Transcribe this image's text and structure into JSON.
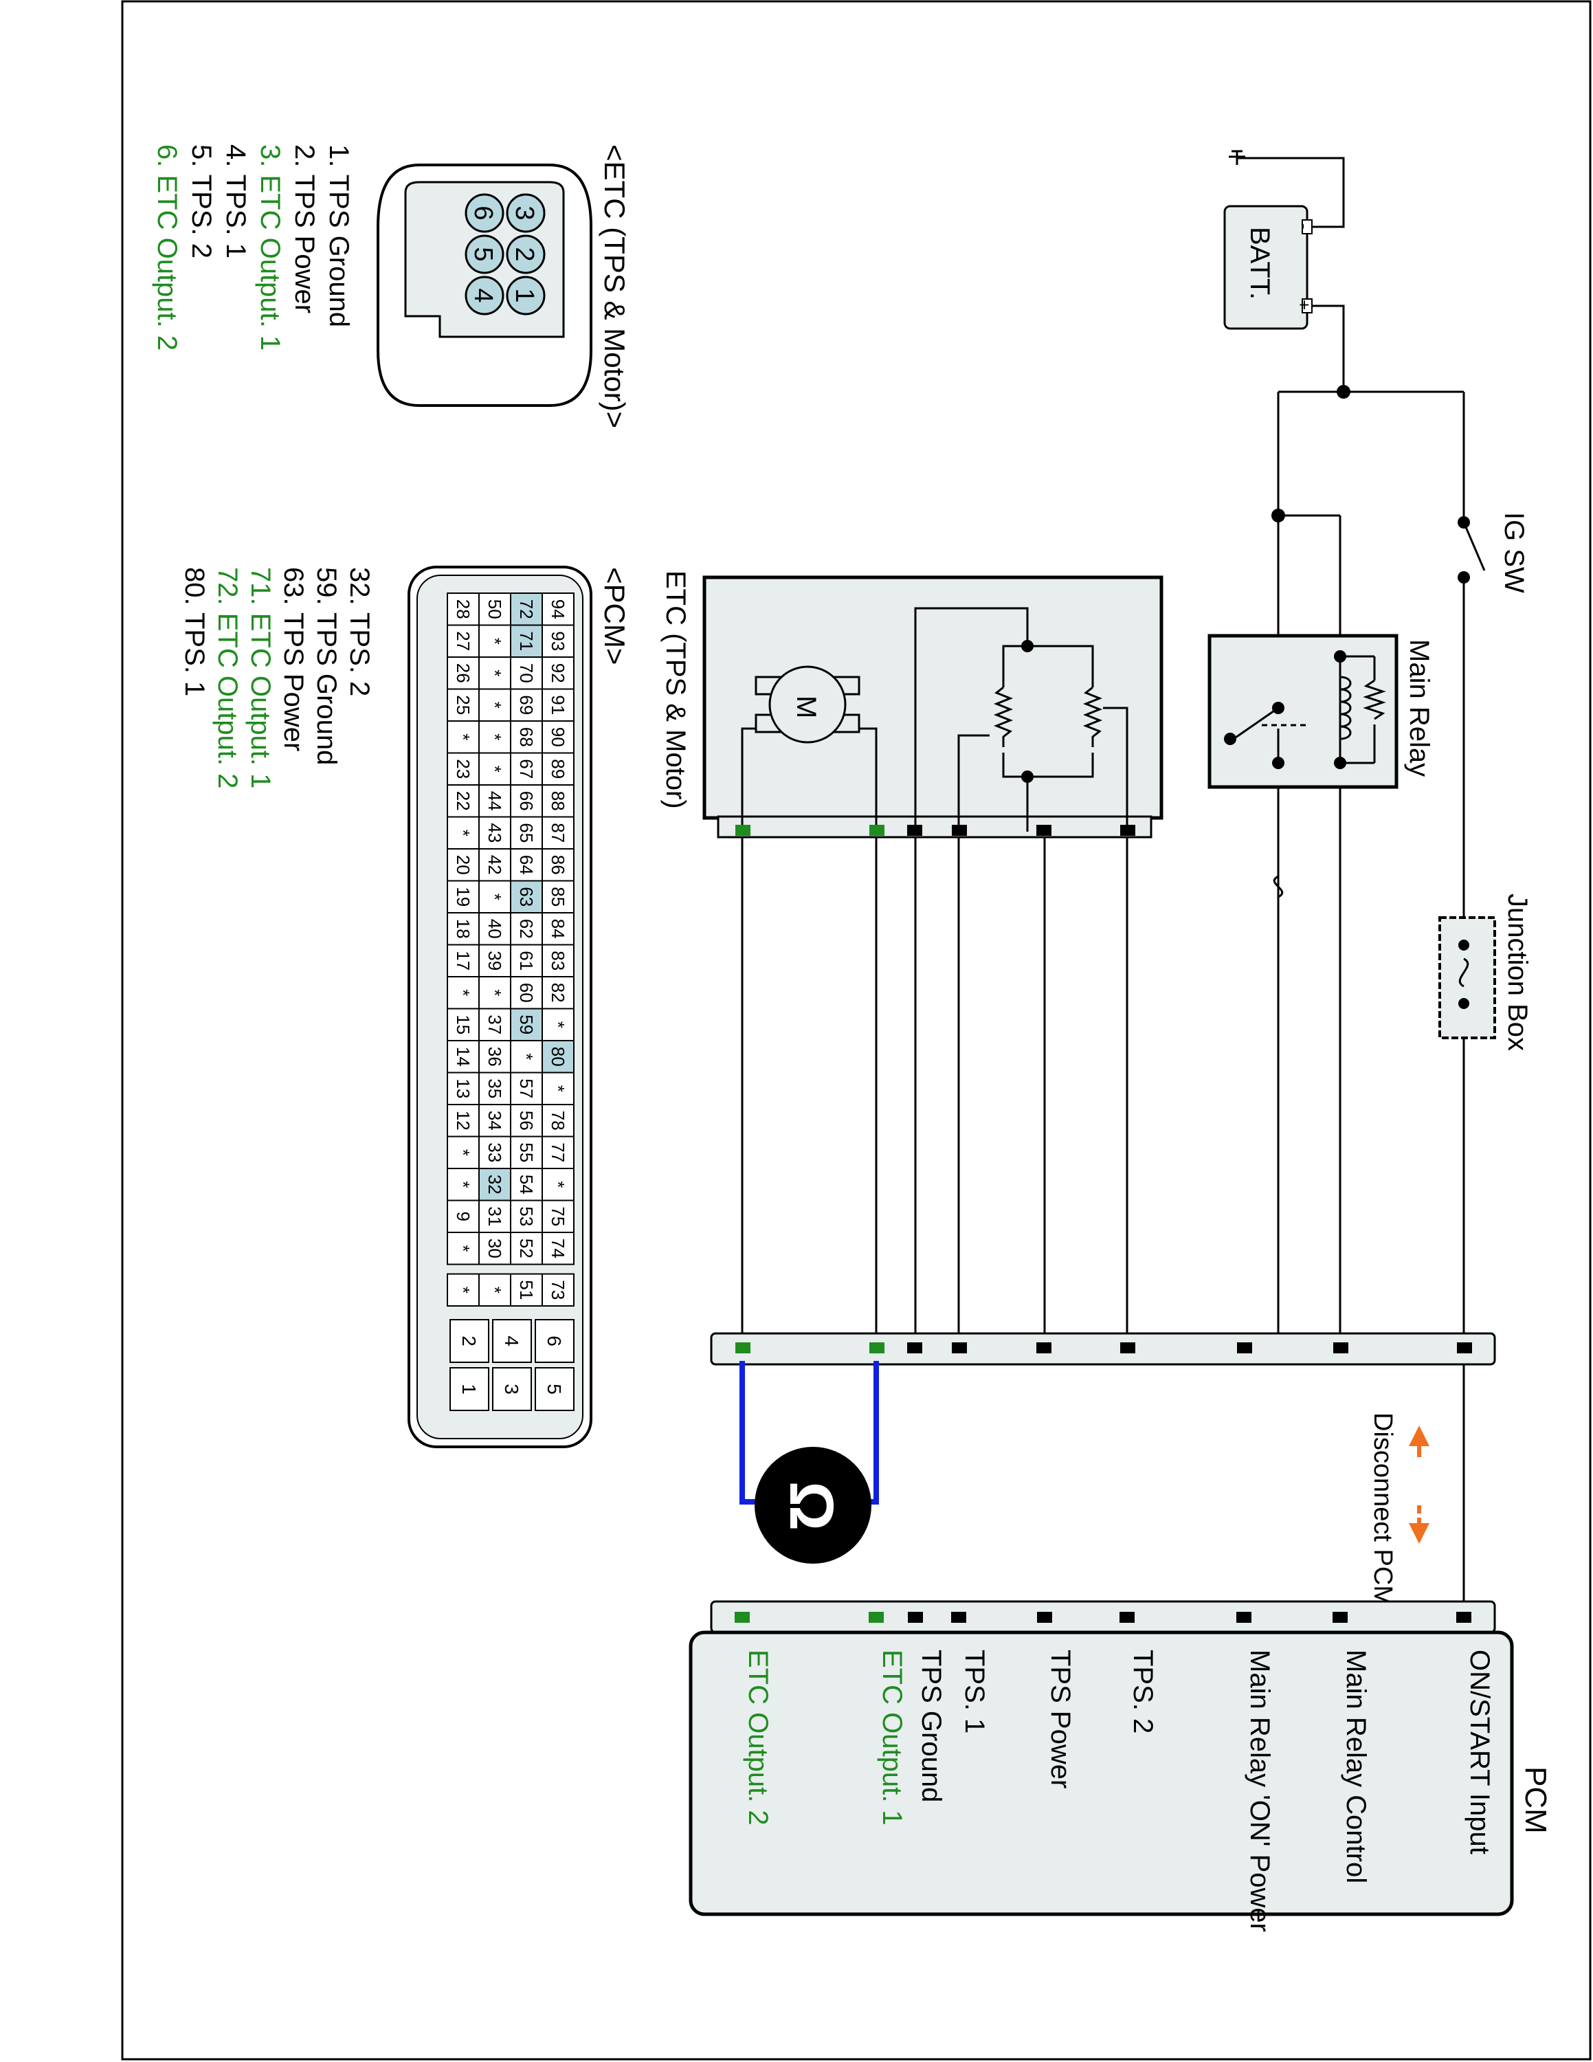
{
  "colors": {
    "wire": "#000000",
    "green": "#1f8c1f",
    "blue": "#1020e0",
    "orange": "#f07020",
    "panel_fill": "#e8eeee",
    "highlight": "#b8d8e0"
  },
  "etc_legend": {
    "title": "<ETC (TPS & Motor)>",
    "items": [
      {
        "text": "1. TPS Ground",
        "green": false
      },
      {
        "text": "2. TPS Power",
        "green": false
      },
      {
        "text": "3. ETC Output. 1",
        "green": true
      },
      {
        "text": "4. TPS. 1",
        "green": false
      },
      {
        "text": "5. TPS. 2",
        "green": false
      },
      {
        "text": "6. ETC Output. 2",
        "green": true
      }
    ],
    "connector_pins": [
      "3",
      "2",
      "1",
      "6",
      "5",
      "4"
    ]
  },
  "pcm_legend": {
    "title": "<PCM>",
    "items": [
      {
        "text": "32. TPS. 2",
        "green": false
      },
      {
        "text": "59. TPS Ground",
        "green": false
      },
      {
        "text": "63. TPS Power",
        "green": false
      },
      {
        "text": "71. ETC Output. 1",
        "green": true
      },
      {
        "text": "72. ETC Output. 2",
        "green": true
      },
      {
        "text": "80. TPS. 1",
        "green": false
      }
    ],
    "grid_rows": [
      [
        "94",
        "93",
        "92",
        "91",
        "90",
        "89",
        "88",
        "87",
        "86",
        "85",
        "84",
        "83",
        "82",
        "*",
        "80",
        "*",
        "78",
        "77",
        "*",
        "75",
        "74"
      ],
      [
        "72",
        "71",
        "70",
        "69",
        "68",
        "67",
        "66",
        "65",
        "64",
        "63",
        "62",
        "61",
        "60",
        "59",
        "*",
        "57",
        "56",
        "55",
        "54",
        "53",
        "52"
      ],
      [
        "50",
        "*",
        "*",
        "*",
        "*",
        "*",
        "44",
        "43",
        "42",
        "*",
        "40",
        "39",
        "*",
        "37",
        "36",
        "35",
        "34",
        "33",
        "32",
        "31",
        "30"
      ],
      [
        "28",
        "27",
        "26",
        "25",
        "*",
        "23",
        "22",
        "*",
        "20",
        "19",
        "18",
        "17",
        "*",
        "15",
        "14",
        "13",
        "12",
        "*",
        "*",
        "9",
        "*"
      ]
    ],
    "highlighted": [
      "72",
      "71",
      "63",
      "59",
      "80",
      "32"
    ],
    "side_block": [
      "73",
      "51",
      "*",
      "*"
    ],
    "pin_block": [
      [
        "6",
        "5"
      ],
      [
        "4",
        "3"
      ],
      [
        "2",
        "1"
      ]
    ]
  },
  "components": {
    "battery": "BATT.",
    "battery_minus": "-",
    "battery_plus": "+",
    "ig_sw": "IG SW",
    "main_relay": "Main Relay",
    "junction_box": "Junction Box",
    "etc": "ETC (TPS & Motor)",
    "motor": "M",
    "pcm": "PCM",
    "disconnect_note": "Disconnect PCM connector",
    "ohm": "Ω"
  },
  "pcm_pins": [
    {
      "label": "ON/START Input",
      "green": false
    },
    {
      "label": "Main Relay Control",
      "green": false
    },
    {
      "label": "Main Relay 'ON' Power",
      "green": false
    },
    {
      "label": "TPS. 2",
      "green": false
    },
    {
      "label": "TPS Power",
      "green": false
    },
    {
      "label": "TPS. 1",
      "green": false
    },
    {
      "label": "TPS Ground",
      "green": false
    },
    {
      "label": "ETC Output. 1",
      "green": true
    },
    {
      "label": "ETC Output. 2",
      "green": true
    }
  ]
}
